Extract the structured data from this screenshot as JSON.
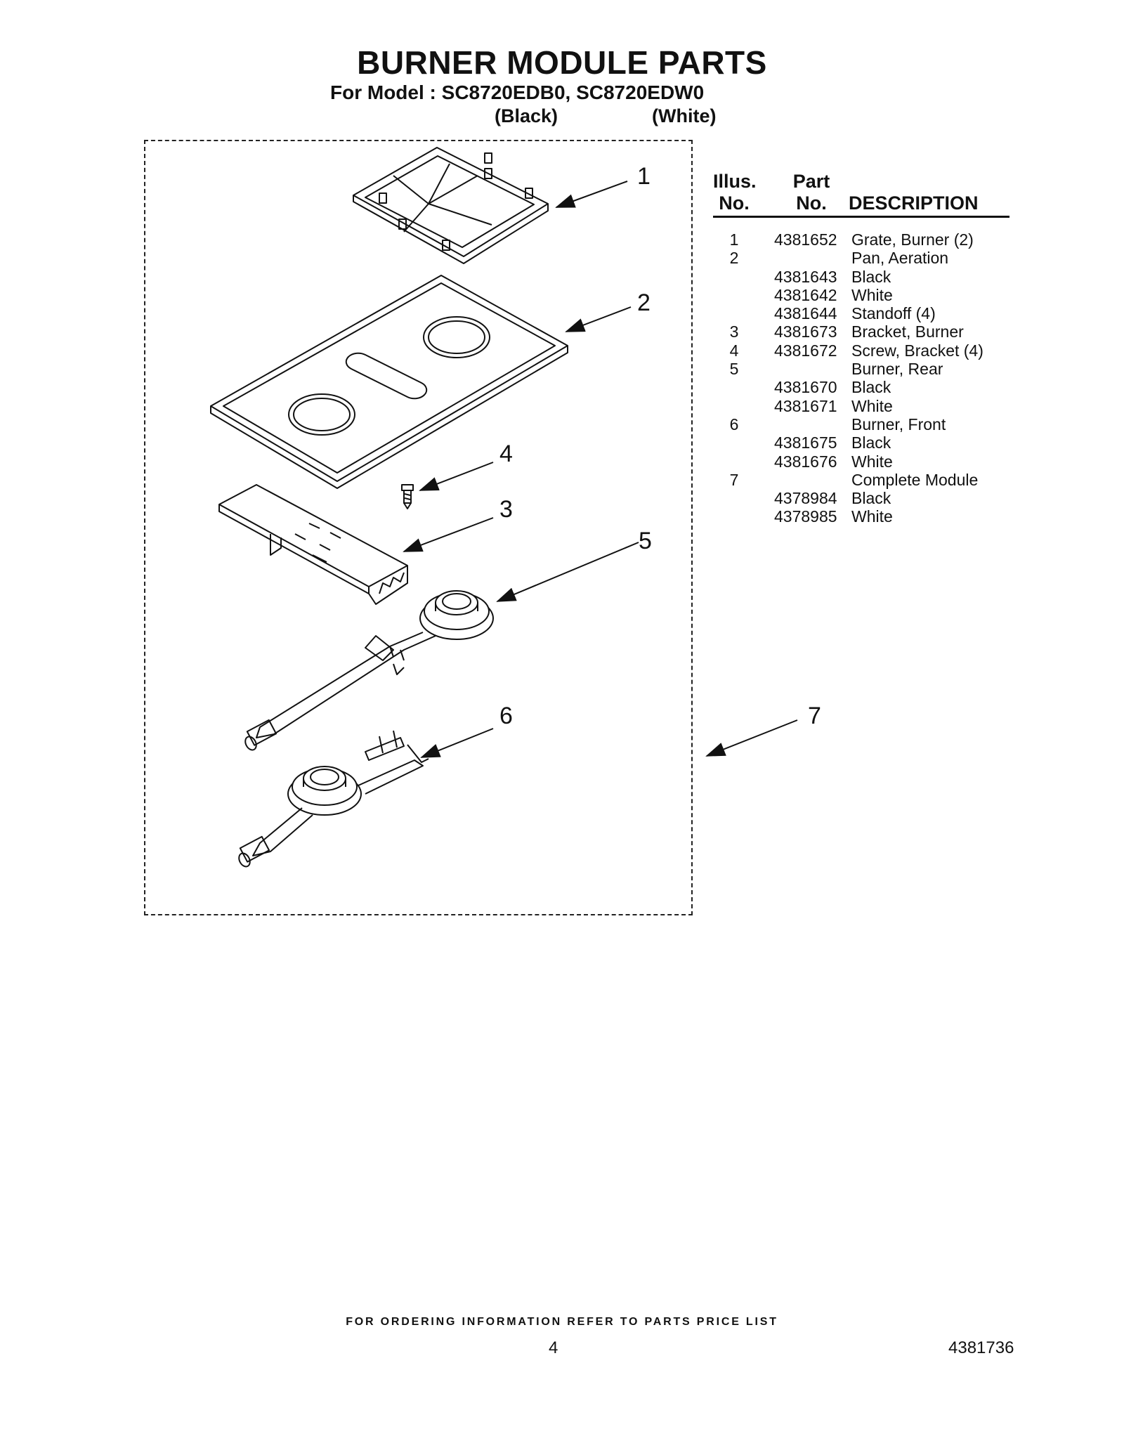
{
  "header": {
    "title": "BURNER MODULE PARTS",
    "subtitle": "For Model : SC8720EDB0, SC8720EDW0",
    "variant_black": "(Black)",
    "variant_white": "(White)"
  },
  "diagram": {
    "refs": [
      "1",
      "2",
      "3",
      "4",
      "5",
      "6",
      "7"
    ]
  },
  "parts_table": {
    "headers": {
      "illus_top": "Illus.",
      "illus_bottom": "No.",
      "part_top": "Part",
      "part_bottom": "No.",
      "description": "DESCRIPTION"
    },
    "rows": [
      {
        "illus": "1",
        "part": "4381652",
        "desc": "Grate, Burner (2)"
      },
      {
        "illus": "2",
        "part": "",
        "desc": "Pan, Aeration"
      },
      {
        "illus": "",
        "part": "4381643",
        "desc": "Black"
      },
      {
        "illus": "",
        "part": "4381642",
        "desc": "White"
      },
      {
        "illus": "",
        "part": "4381644",
        "desc": "Standoff (4)"
      },
      {
        "illus": "3",
        "part": "4381673",
        "desc": "Bracket, Burner"
      },
      {
        "illus": "4",
        "part": "4381672",
        "desc": "Screw, Bracket (4)"
      },
      {
        "illus": "5",
        "part": "",
        "desc": "Burner, Rear"
      },
      {
        "illus": "",
        "part": "4381670",
        "desc": "Black"
      },
      {
        "illus": "",
        "part": "4381671",
        "desc": "White"
      },
      {
        "illus": "6",
        "part": "",
        "desc": "Burner, Front"
      },
      {
        "illus": "",
        "part": "4381675",
        "desc": "Black"
      },
      {
        "illus": "",
        "part": "4381676",
        "desc": "White"
      },
      {
        "illus": "7",
        "part": "",
        "desc": "Complete Module"
      },
      {
        "illus": "",
        "part": "4378984",
        "desc": "Black"
      },
      {
        "illus": "",
        "part": "4378985",
        "desc": "White"
      }
    ]
  },
  "footer": {
    "note": "FOR ORDERING INFORMATION REFER TO PARTS PRICE LIST",
    "page_number": "4",
    "document_number": "4381736"
  }
}
